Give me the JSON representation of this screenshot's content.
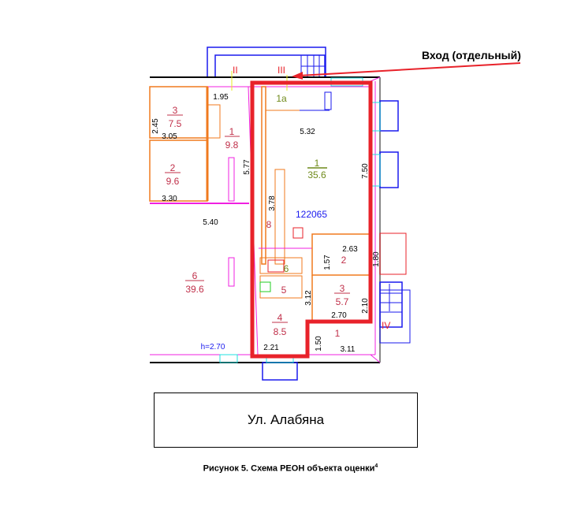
{
  "entrance_label": "Вход (отдельный)",
  "street_label": "Ул. Алабяна",
  "caption": "Рисунок 5. Схема РЕОН объекта оценки",
  "caption_footnote": "4",
  "plan": {
    "cadastral_number": "122065",
    "ceiling_height": "h=2.70",
    "entrances": [
      "II",
      "III",
      "IV"
    ],
    "rooms": [
      {
        "num": "1a"
      },
      {
        "num": "1",
        "area": "35.6"
      },
      {
        "num": "2"
      },
      {
        "num": "3",
        "area": "5.7"
      },
      {
        "num": "4",
        "area": "8.5"
      },
      {
        "num": "5"
      },
      {
        "num": "6"
      },
      {
        "num": "8"
      },
      {
        "num": "1"
      }
    ],
    "neighbor_rooms": [
      {
        "num": "3",
        "area": "7.5"
      },
      {
        "num": "1",
        "area": "9.8"
      },
      {
        "num": "2",
        "area": "9.6"
      },
      {
        "num": "6",
        "area": "39.6"
      }
    ],
    "dimensions": [
      "1.95",
      "2.45",
      "3.05",
      "3.30",
      "5.77",
      "5.32",
      "7.50",
      "3.78",
      "5.40",
      "2.63",
      "1.57",
      "3.12",
      "2.10",
      "2.70",
      "1.50",
      "3.11",
      "2.21",
      "1.80"
    ]
  },
  "colors": {
    "boundary": "#e8222a",
    "walls": "#f07a1e",
    "partition": "#f020e0",
    "window": "#1a1aee"
  }
}
